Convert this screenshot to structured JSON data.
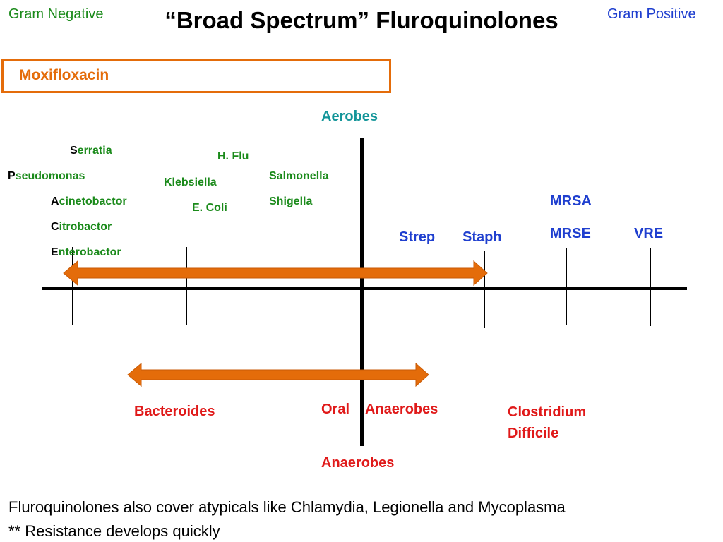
{
  "header": {
    "gram_negative": "Gram Negative",
    "title": "“Broad Spectrum” Fluroquinolones",
    "gram_positive": "Gram Positive"
  },
  "drug": {
    "name": "Moxifloxacin"
  },
  "axes": {
    "top": "Aerobes",
    "bottom": "Anaerobes"
  },
  "gram_negative_aerobes": {
    "serratia": {
      "initial": "S",
      "rest": "erratia"
    },
    "pseudomonas": {
      "initial": "P",
      "rest": "seudomonas"
    },
    "acinetobactor": {
      "initial": "A",
      "rest": "cinetobactor"
    },
    "citrobactor": {
      "initial": "C",
      "rest": "itrobactor"
    },
    "enterobactor": {
      "initial": "E",
      "rest": "nterobactor"
    },
    "h_flu": "H. Flu",
    "klebsiella": "Klebsiella",
    "e_coli": "E. Coli",
    "salmonella": "Salmonella",
    "shigella": "Shigella"
  },
  "gram_positive_aerobes": {
    "strep": "Strep",
    "staph": "Staph",
    "mrsa": "MRSA",
    "mrse": "MRSE",
    "vre": "VRE"
  },
  "anaerobes": {
    "bacteroides": "Bacteroides",
    "oral": "Oral",
    "anaerobes": "Anaerobes",
    "clostridium_line1": "Clostridium",
    "clostridium_line2": "Difficile"
  },
  "colors": {
    "arrow": "#e46c0a",
    "gram_negative": "#1a8a1a",
    "gram_positive": "#1f3fcf",
    "anaerobe": "#e01a1a",
    "axis_label": "#139599"
  },
  "footer": {
    "line1": "Fluroquinolones also cover atypicals like Chlamydia, Legionella and Mycoplasma",
    "line2": "**  Resistance develops quickly"
  }
}
